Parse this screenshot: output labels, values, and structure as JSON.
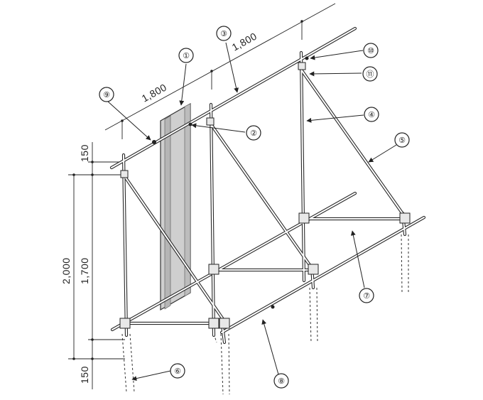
{
  "dimensions": {
    "span_left": "1,800",
    "span_right": "1,800",
    "total_height": "2,000",
    "above_ground": "1,700",
    "top_extension": "150",
    "bottom_extension": "150"
  },
  "callouts": [
    {
      "label": "①"
    },
    {
      "label": "②"
    },
    {
      "label": "③"
    },
    {
      "label": "④"
    },
    {
      "label": "⑤"
    },
    {
      "label": "⑥"
    },
    {
      "label": "⑦"
    },
    {
      "label": "⑧"
    },
    {
      "label": "⑨"
    },
    {
      "label": "⑩"
    },
    {
      "label": "⑪"
    }
  ]
}
